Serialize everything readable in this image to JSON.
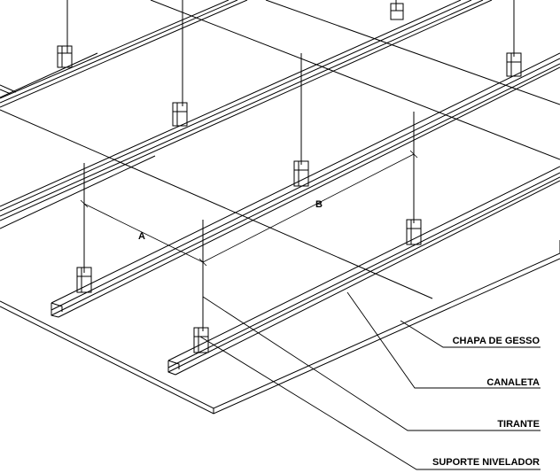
{
  "dimensions": {
    "a": "A",
    "b": "B"
  },
  "callouts": {
    "chapa": "CHAPA DE GESSO",
    "canaleta": "CANALETA",
    "tirante": "TIRANTE",
    "suporte": "SUPORTE NIVELADOR"
  },
  "colors": {
    "line": "#000000",
    "background": "#ffffff"
  }
}
